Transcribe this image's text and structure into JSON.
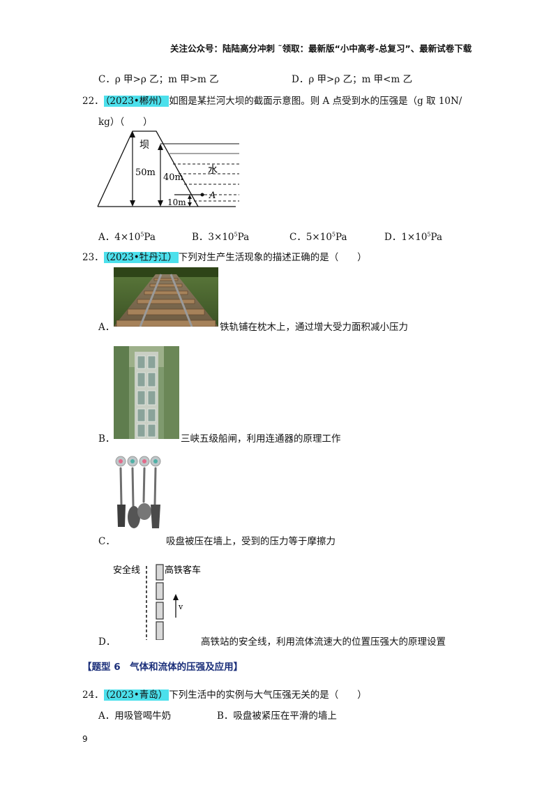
{
  "header": {
    "text": "关注公众号：陆陆高分冲刺  ˜领取：最新版“小中高考-总复习”、最新试卷下载"
  },
  "q21": {
    "optC": "C．ρ 甲>ρ 乙；m 甲>m 乙",
    "optD": "D．ρ 甲>ρ 乙；m 甲<m 乙"
  },
  "q22": {
    "num": "22．",
    "tag": "（2023•郴州）",
    "stem1": "如图是某拦河大坝的截面示意图。则 A 点受到水的压强是（g 取 10N/",
    "stem2": "kg）（　　）",
    "figure": {
      "dam": "坝",
      "water": "水",
      "h50": "50m",
      "h40": "40m",
      "h10": "10m",
      "pointA": "A"
    },
    "options": [
      {
        "pre": "A．4×10",
        "exp": "5",
        "unit": "Pa"
      },
      {
        "pre": "B．3×10",
        "exp": "5",
        "unit": "Pa"
      },
      {
        "pre": "C．5×10",
        "exp": "5",
        "unit": "Pa"
      },
      {
        "pre": "D．1×10",
        "exp": "5",
        "unit": "Pa"
      }
    ]
  },
  "q23": {
    "num": "23．",
    "tag": "（2023•牡丹江）",
    "stem": "下列对生产生活现象的描述正确的是（　　）",
    "options": [
      {
        "label": "A．",
        "text": "铁轨铺在枕木上，通过增大受力面积减小压力"
      },
      {
        "label": "B．",
        "text": "三峡五级船闸，利用连通器的原理工作"
      },
      {
        "label": "C．",
        "text": "吸盘被压在墙上，受到的压力等于摩擦力"
      },
      {
        "label": "D．",
        "text": "高铁站的安全线，利用流体流速大的位置压强大的原理设置"
      }
    ],
    "figD": {
      "safety": "安全线",
      "train": "高铁客车",
      "v": "v"
    }
  },
  "section6": {
    "text": "【题型 6　气体和流体的压强及应用】"
  },
  "q24": {
    "num": "24．",
    "tag": "（2023•青岛）",
    "stem": "下列生活中的实例与大气压强无关的是（　　）",
    "optA": "A．用吸管喝牛奶",
    "optB": "B．吸盘被紧压在平滑的墙上"
  },
  "footer": {
    "page": "9"
  }
}
